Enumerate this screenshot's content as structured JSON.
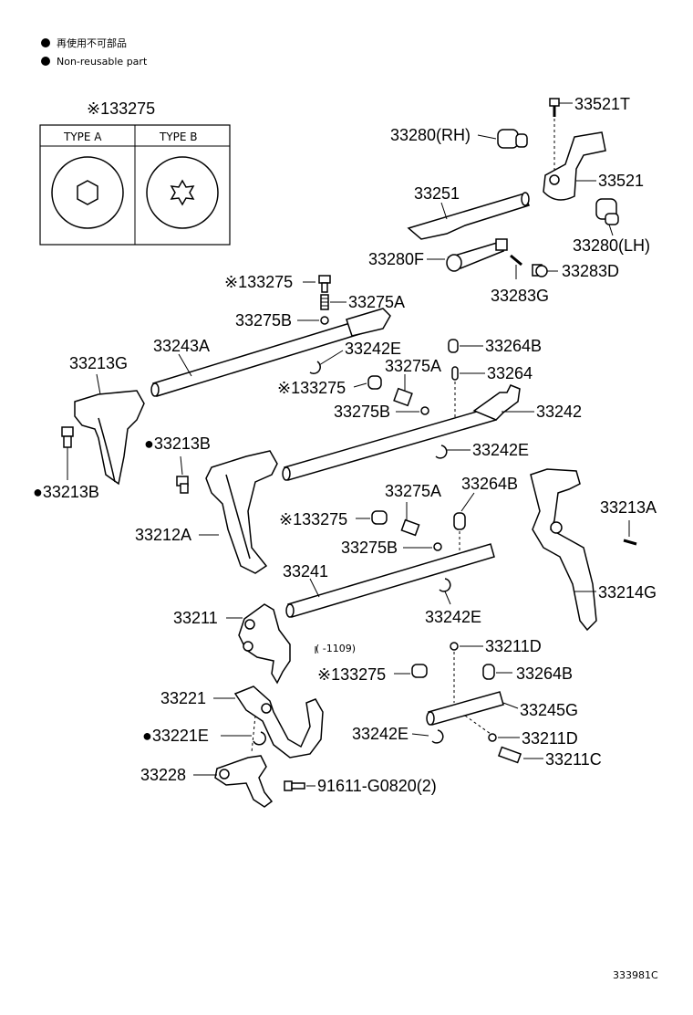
{
  "legend": {
    "jp": "再使用不可部品",
    "en": "Non-reusable part"
  },
  "bolt_types": {
    "title": "※133275",
    "type_a": "TYPE A",
    "type_b": "TYPE B"
  },
  "labels": {
    "l33521T": "33521T",
    "l33280RH": "33280(RH)",
    "l33521": "33521",
    "l33251": "33251",
    "l33280LH": "33280(LH)",
    "l33280F": "33280F",
    "l33283D": "33283D",
    "l33283G": "33283G",
    "l33275_a": "※133275",
    "l33275A_a": "33275A",
    "l33275B_a": "33275B",
    "l33243A": "33243A",
    "l33242E_a": "33242E",
    "l33264B_a": "33264B",
    "l33213G": "33213G",
    "l33275A_b": "33275A",
    "l33264": "33264",
    "l33275_b": "※133275",
    "l33275B_b": "33275B",
    "l33242": "33242",
    "l33213B_a": "●33213B",
    "l33242E_b": "33242E",
    "l33213B_b": "●33213B",
    "l33275A_c": "33275A",
    "l33264B_b": "33264B",
    "l33213A": "33213A",
    "l33275_c": "※133275",
    "l33212A": "33212A",
    "l33275B_c": "33275B",
    "l33241": "33241",
    "l33214G": "33214G",
    "l33242E_c": "33242E",
    "l33211": "33211",
    "l1109": "(   -1109)",
    "l33211D_a": "33211D",
    "l33275_d": "※133275",
    "l33264B_c": "33264B",
    "l33221": "33221",
    "l33245G": "33245G",
    "l33221E": "●33221E",
    "l33242E_d": "33242E",
    "l33211D_b": "33211D",
    "l33211C": "33211C",
    "l33228": "33228",
    "l91611": "91611-G0820(2)",
    "figure_id": "333981C"
  }
}
